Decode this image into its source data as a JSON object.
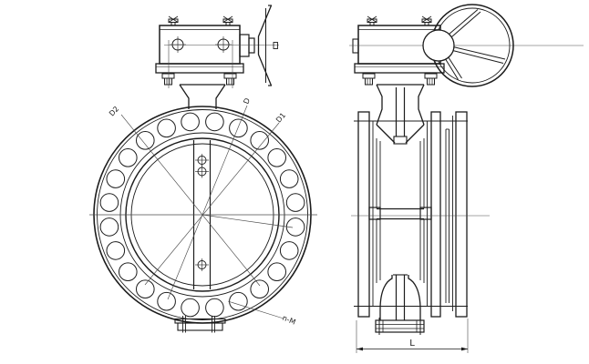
{
  "drawing": {
    "labels": {
      "seat_diameter": "D2",
      "outer_diameter": "D",
      "bolt_circle_diameter": "D1",
      "bolt_spec": "n-M",
      "face_to_face": "L"
    },
    "colors": {
      "line": "#1c1c1c",
      "centerline": "#4a4a4a",
      "background": "#ffffff"
    },
    "bolt_hole_count": 24
  }
}
